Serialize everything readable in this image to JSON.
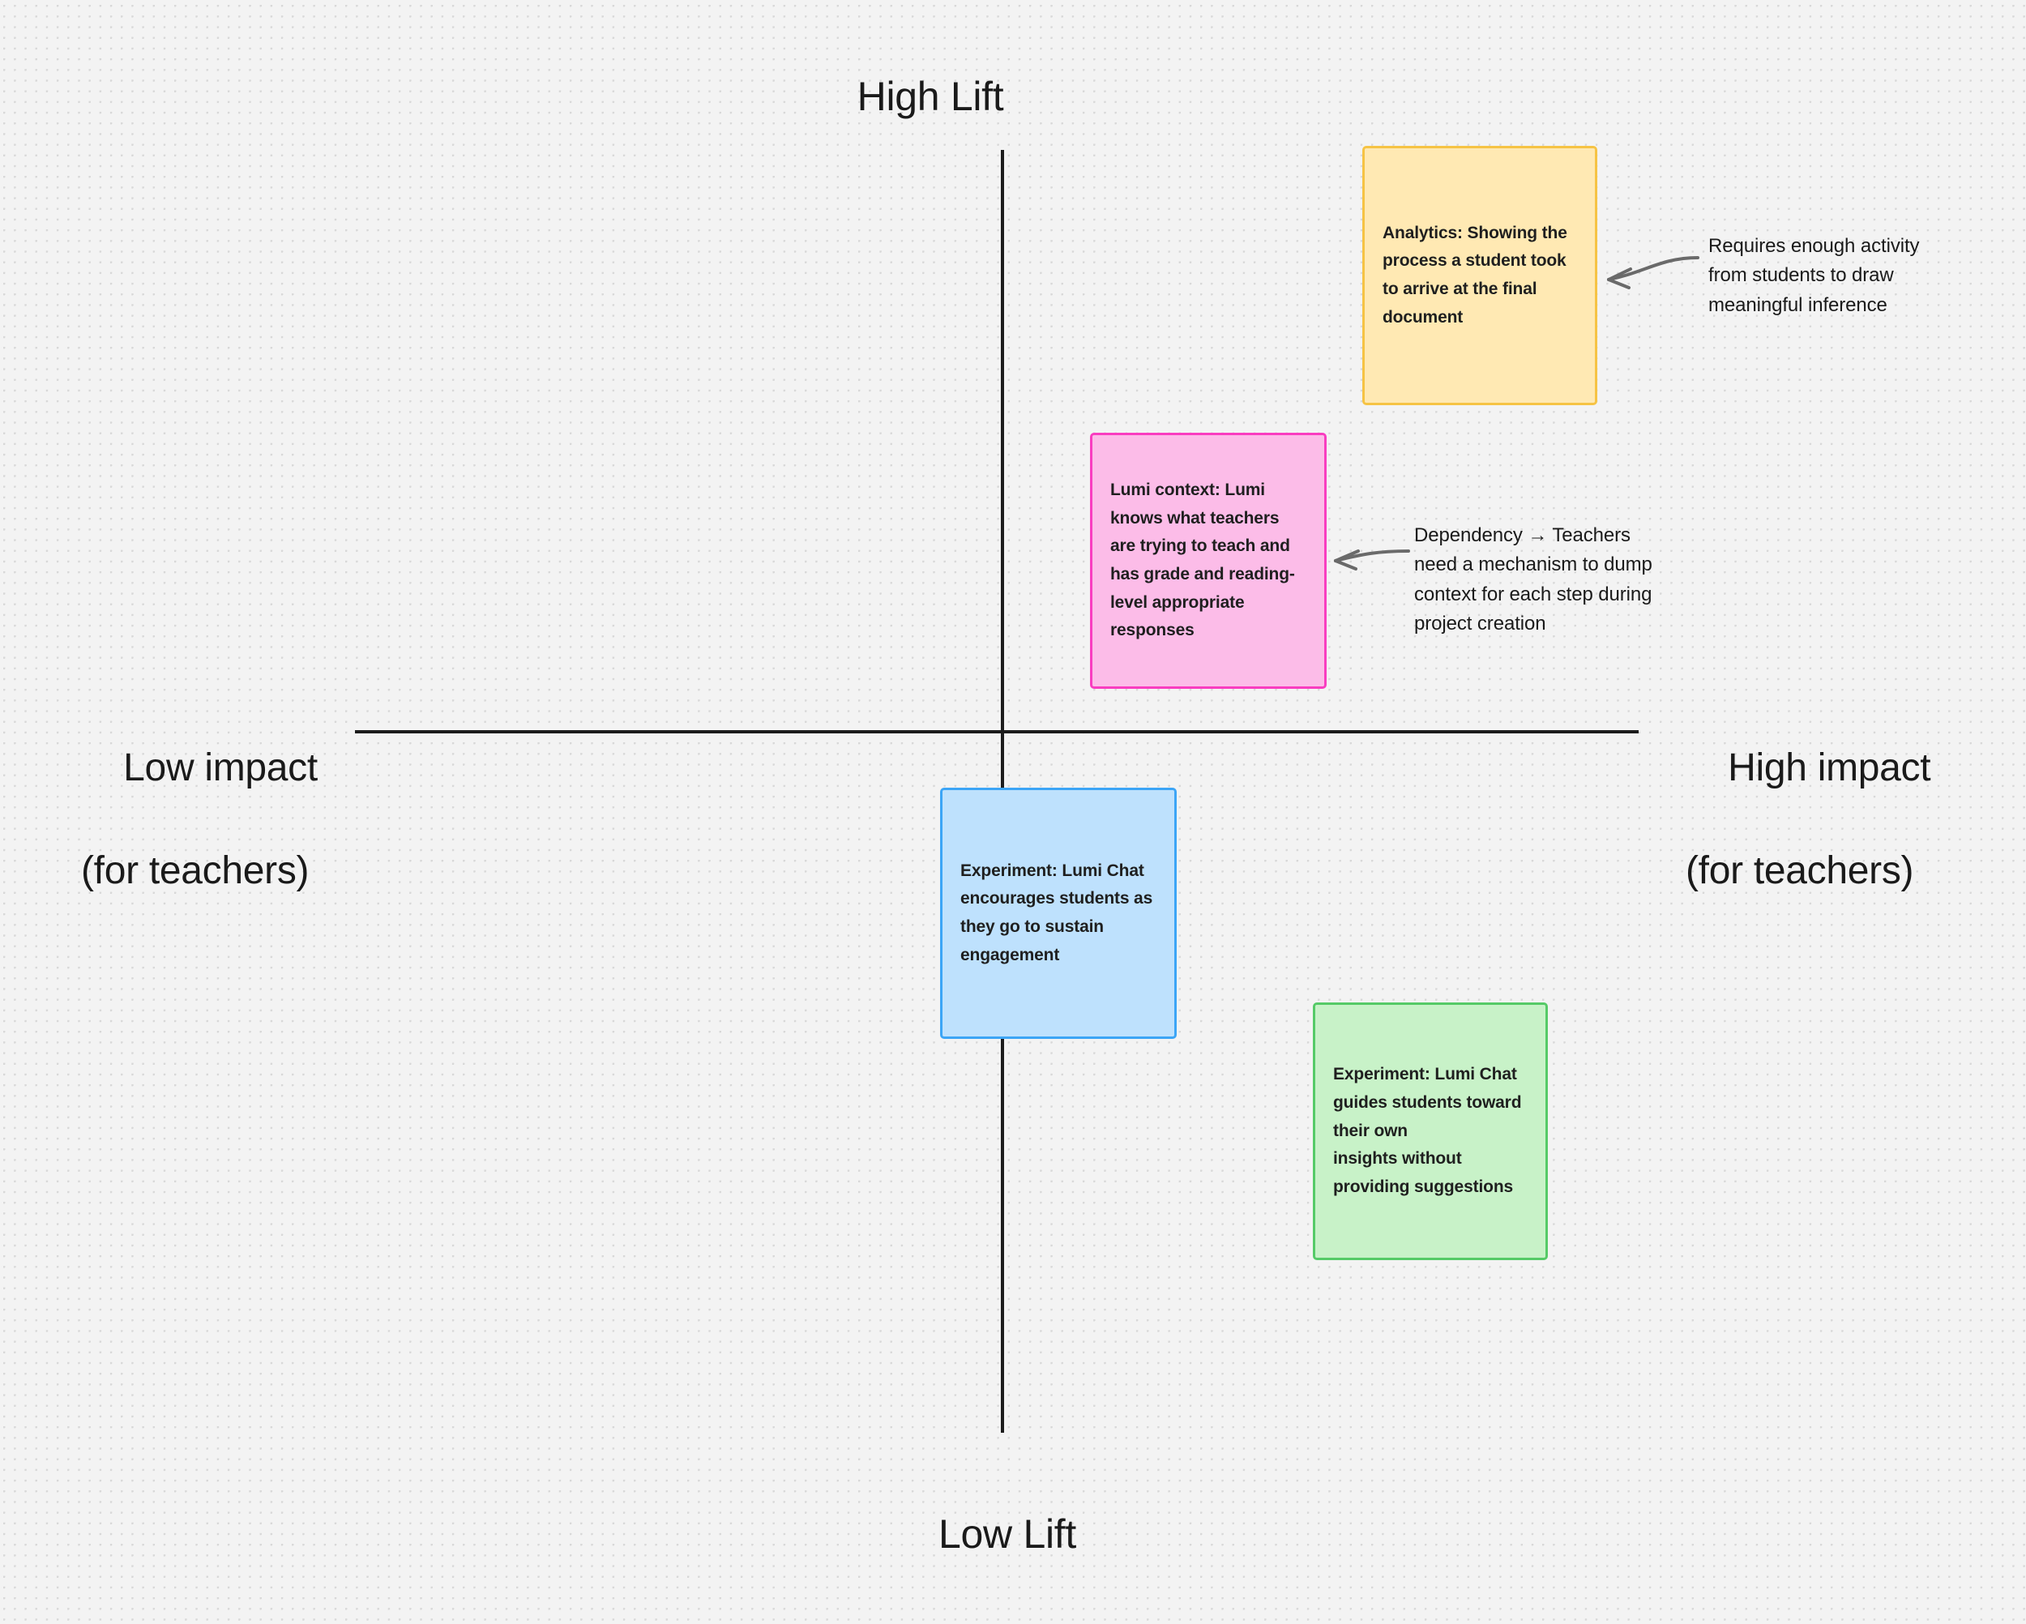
{
  "board": {
    "background_color": "#f3f3f3",
    "axis_color": "#1c1c1c"
  },
  "axes": {
    "top_label": "High Lift",
    "bottom_label": "Low Lift",
    "left_label_line1": "Low impact",
    "left_label_line2": "(for teachers)",
    "right_label_line1": "High impact",
    "right_label_line2": "(for teachers)"
  },
  "notes": [
    {
      "id": "analytics-process",
      "color_name": "yellow",
      "fill": "#FFE9B3",
      "border": "#F6C344",
      "text": "Analytics: Showing the process a student took to arrive at the final document"
    },
    {
      "id": "lumi-context",
      "color_name": "pink",
      "fill": "#FCBCE8",
      "border": "#F93DC0",
      "text": "Lumi context: Lumi knows what teachers are trying to teach and has grade and reading-level appropriate responses"
    },
    {
      "id": "lumi-chat-encourages",
      "color_name": "blue",
      "fill": "#BEE1FD",
      "border": "#3CA5F6",
      "text": "Experiment: Lumi Chat encourages students as they go to sustain engagement"
    },
    {
      "id": "lumi-chat-guides",
      "color_name": "green",
      "fill": "#C8F2C8",
      "border": "#55CA67",
      "text": "Experiment: Lumi Chat guides students toward their own\ninsights without providing suggestions"
    }
  ],
  "annotations": [
    {
      "id": "requires-activity",
      "text": "Requires enough activity from students to draw meaningful inference",
      "points_to": "analytics-process"
    },
    {
      "id": "dependency-context-dump",
      "text": "Dependency → Teachers need a mechanism to dump context for each step during project creation",
      "points_to": "lumi-context"
    }
  ]
}
